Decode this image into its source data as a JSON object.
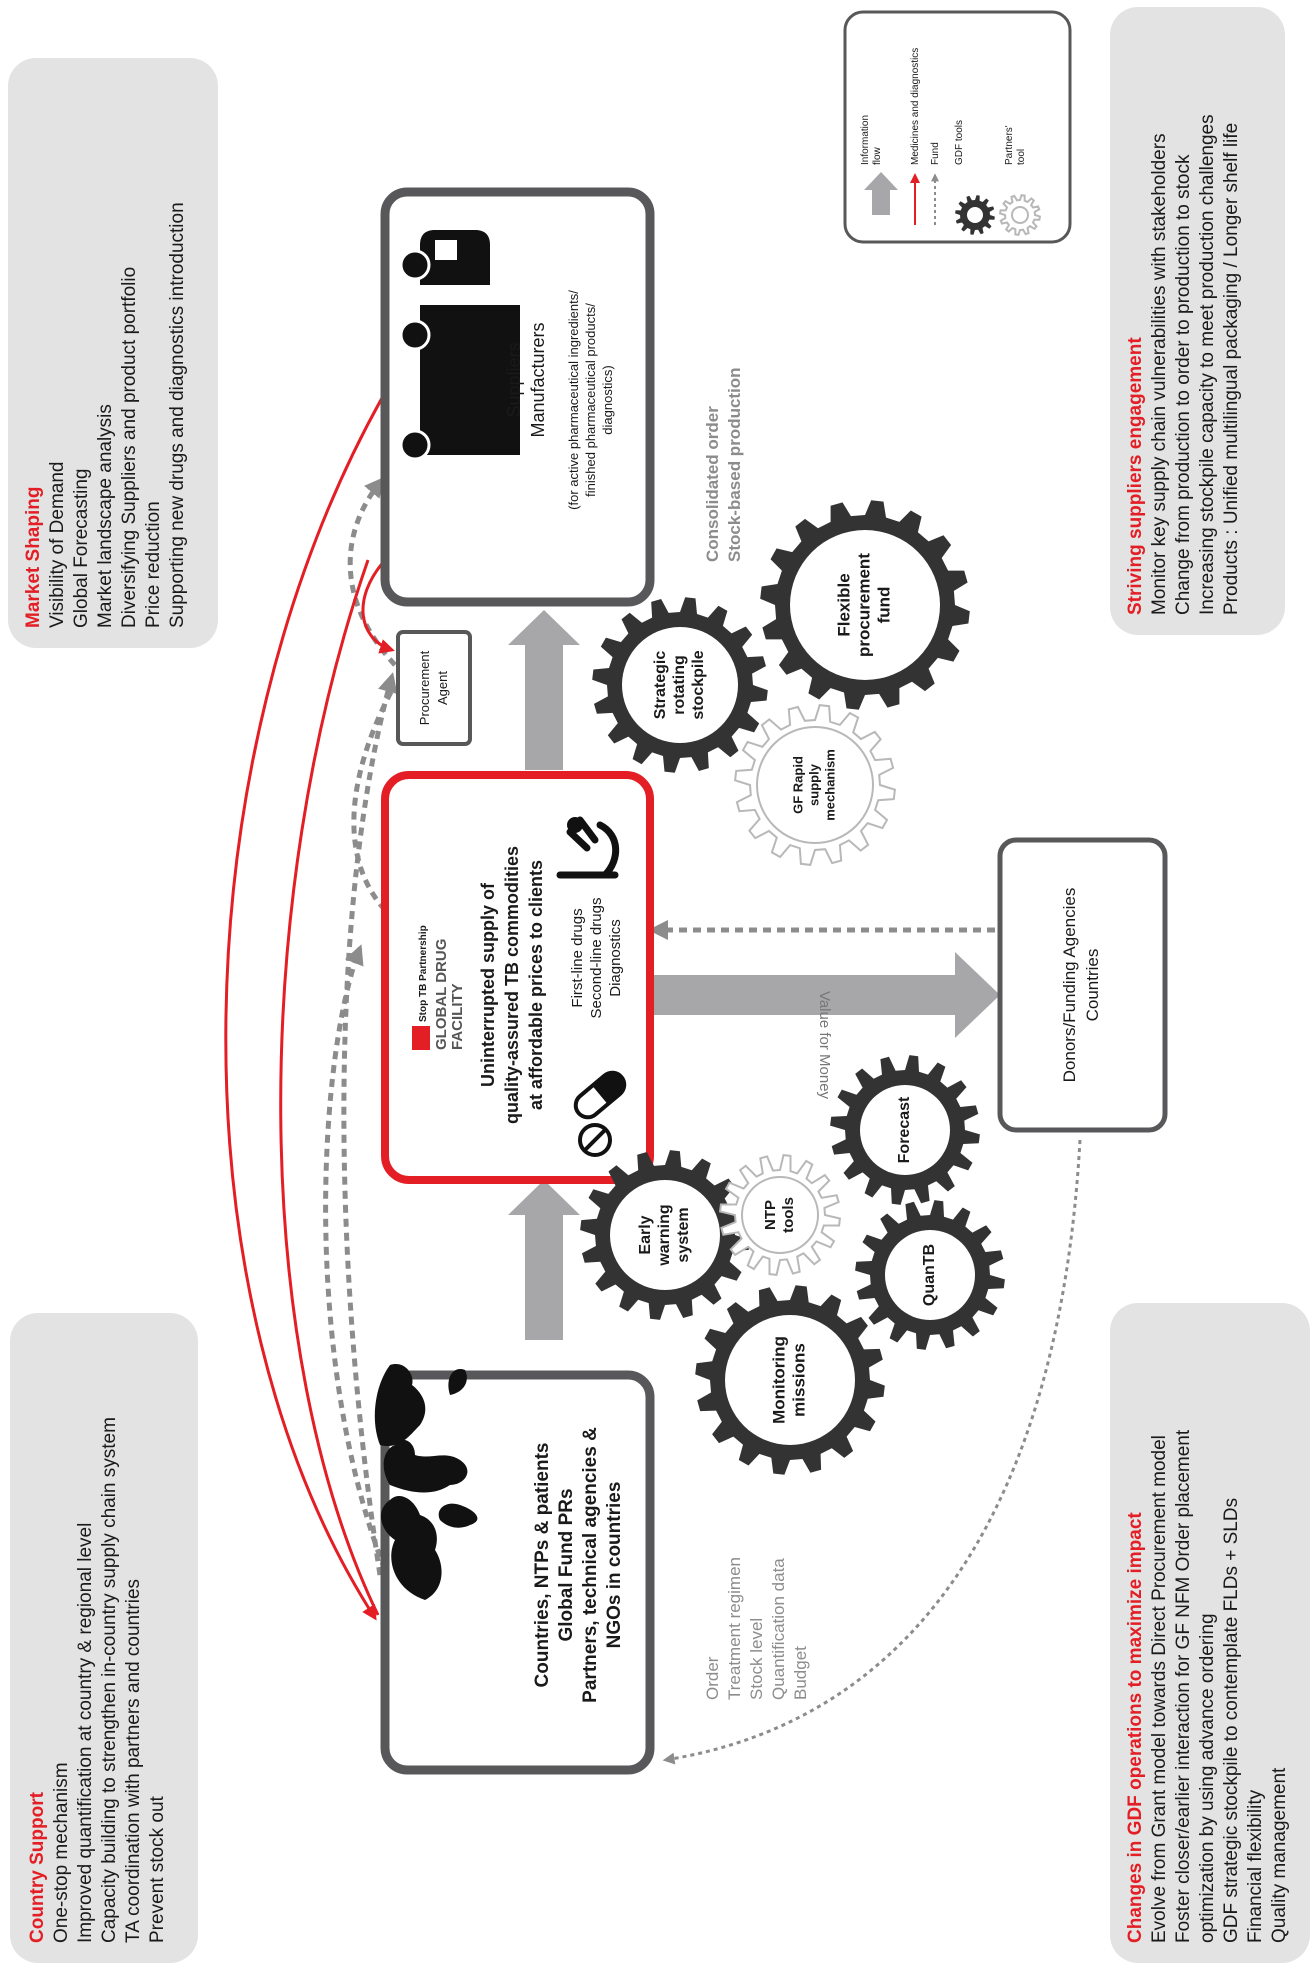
{
  "panels": {
    "country_support": {
      "title": "Country Support",
      "lines": [
        "One-stop  mechanism",
        "Improved quantification at country & regional level",
        "Capacity building to strengthen in-country supply chain system",
        "TA coordination with partners and countries",
        "Prevent stock out"
      ]
    },
    "market_shaping": {
      "title": "Market Shaping",
      "lines": [
        "Visibility of Demand",
        "Global Forecasting",
        "Market landscape analysis",
        "Diversifying Suppliers and product portfolio",
        "Price reduction",
        "Supporting new drugs and diagnostics introduction"
      ]
    },
    "changes_gdf": {
      "title": "Changes in GDF operations to maximize impact",
      "lines": [
        "Evolve from Grant model towards Direct Procurement model",
        "Foster closer/earlier interaction for GF NFM Order placement",
        "optimization by using advance ordering",
        "GDF strategic stockpile to contemplate FLDs + SLDs",
        "Financial flexibility",
        "Quality management"
      ]
    },
    "suppliers_engagement": {
      "title": "Striving suppliers engagement",
      "lines": [
        "Monitor key supply chain vulnerabilities with stakeholders",
        "Change from production to order to production to stock",
        "Increasing stockpile capacity to meet production challenges",
        "Products : Unified multilingual packaging / Longer shelf life"
      ]
    }
  },
  "boxes": {
    "countries": [
      "Countries, NTPs & patients",
      "Global Fund PRs",
      "Partners, technical agencies &",
      "NGOs in countries"
    ],
    "gdf": {
      "logo": [
        "Stop TB Partnership",
        "GLOBAL DRUG",
        "FACILITY"
      ],
      "main": [
        "Uninterrupted supply of",
        "quality-assured TB commodities",
        "at affordable prices to clients"
      ],
      "products": [
        "First-line drugs",
        "Second-line drugs",
        "Diagnostics"
      ]
    },
    "suppliers": [
      "Suppliers",
      "Manufacturers"
    ],
    "suppliers_sub": [
      "(for active pharmaceutical ingredients/",
      "finished pharmaceutical products/",
      "diagnostics)"
    ],
    "procurement_agent": [
      "Procurement",
      "Agent"
    ],
    "donors": [
      "Donors/Funding Agencies",
      "Countries"
    ]
  },
  "flow_labels": {
    "country_flow": [
      "Order",
      "Treatment regimen",
      "Stock level",
      "Quantification data",
      "Budget"
    ],
    "supplier_flow": [
      "Consolidated order",
      "Stock-based production"
    ],
    "value_for_money": "Value for Money"
  },
  "gears": {
    "early_warning": [
      "Early",
      "warning",
      "system"
    ],
    "monitoring": [
      "Monitoring",
      "missions"
    ],
    "ntp_tools": [
      "NTP",
      "tools"
    ],
    "quantb": [
      "QuanTB"
    ],
    "forecast": [
      "Forecast"
    ],
    "strategic": [
      "Strategic",
      "rotating",
      "stockpile"
    ],
    "gf_rapid": [
      "GF Rapid",
      "supply",
      "mechanism"
    ],
    "flexible": [
      "Flexible",
      "procurement",
      "fund"
    ]
  },
  "legend": {
    "information_flow": [
      "Information",
      "flow"
    ],
    "medicines": "Medicines and diagnostics",
    "fund": "Fund",
    "gdf_tools": "GDF tools",
    "partners_tool": [
      "Partners'",
      "tool"
    ]
  },
  "colors": {
    "accent_red": "#e31e25",
    "panel_gray": "#e3e3e3",
    "box_border": "#58585a",
    "arrow_gray": "#a7a7a9",
    "gear_dark": "#333333",
    "gear_light": "#b8b8b8",
    "text_gray": "#8c8c8c"
  }
}
